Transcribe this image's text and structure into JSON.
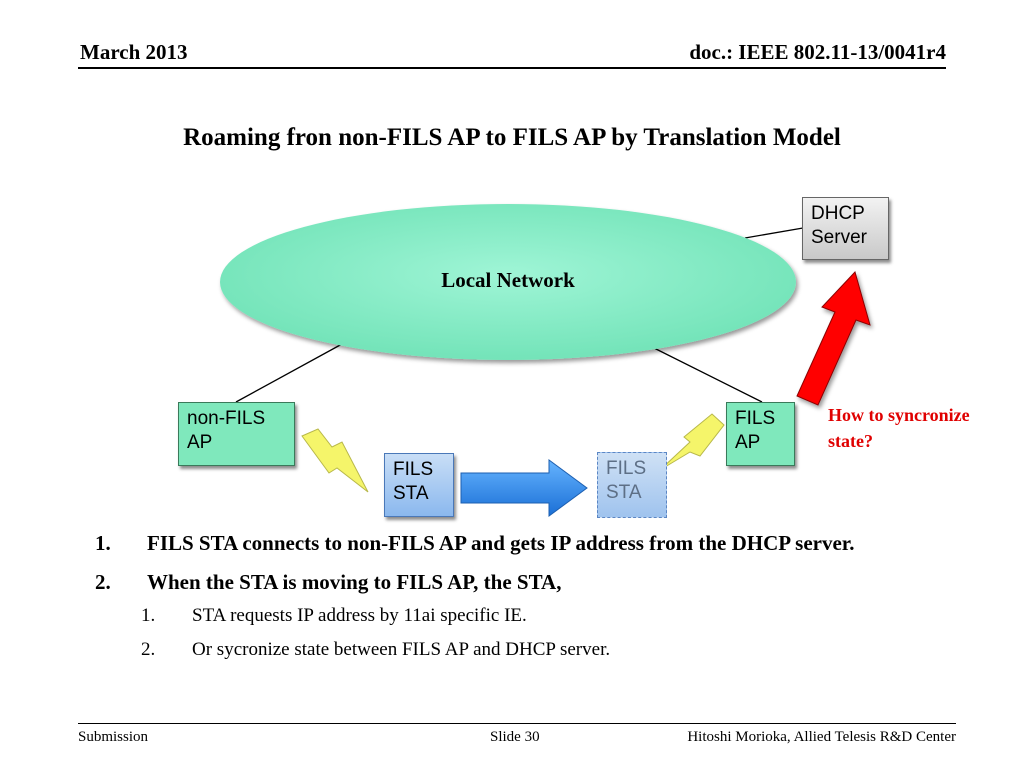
{
  "header": {
    "date": "March 2013",
    "doc_id": "doc.: IEEE 802.11-13/0041r4"
  },
  "title": "Roaming fron non-FILS AP to FILS AP by Translation Model",
  "diagram": {
    "local_network": "Local Network",
    "dhcp_server": [
      "DHCP",
      "Server"
    ],
    "non_fils_ap": [
      "non-FILS",
      "AP"
    ],
    "fils_ap": [
      "FILS",
      "AP"
    ],
    "fils_sta": [
      "FILS",
      "STA"
    ],
    "fils_sta_moved": [
      "FILS",
      "STA"
    ],
    "sync_question": [
      "How to syncronize",
      "state?"
    ],
    "colors": {
      "cloud": "#7fe8bc",
      "sync_arrow": "#ff0000",
      "move_arrow": "#2f8ae8",
      "lightning": "#f5f56a"
    }
  },
  "steps": [
    {
      "num": "1.",
      "text": "FILS STA connects to non-FILS AP and gets IP address from the DHCP server."
    },
    {
      "num": "2.",
      "text": "When the STA is moving to FILS AP, the STA,",
      "substeps": [
        {
          "num": "1.",
          "text": "STA requests IP address by 11ai specific IE."
        },
        {
          "num": "2.",
          "text": "Or sycronize state between FILS AP and DHCP server."
        }
      ]
    }
  ],
  "footer": {
    "left": "Submission",
    "center": "Slide 30",
    "right": "Hitoshi Morioka, Allied Telesis R&D Center"
  }
}
